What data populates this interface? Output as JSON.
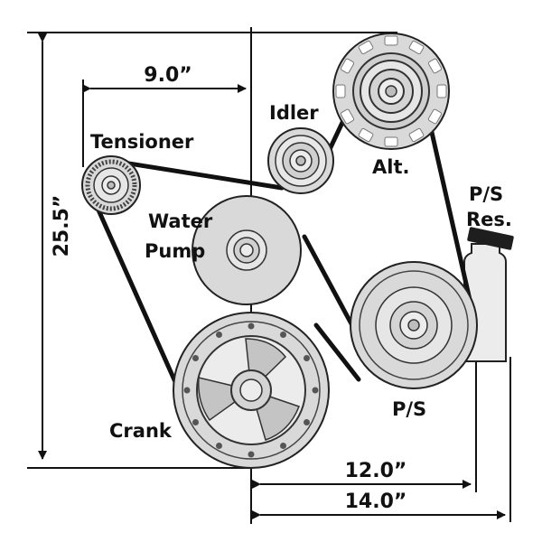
{
  "diagram": {
    "components": {
      "tensioner": "Tensioner",
      "idler": "Idler",
      "alternator": "Alt.",
      "water_pump_line1": "Water",
      "water_pump_line2": "Pump",
      "ps_reservoir_line1": "P/S",
      "ps_reservoir_line2": "Res.",
      "power_steering": "P/S",
      "crank": "Crank"
    },
    "dimensions": {
      "height": "25.5”",
      "tensioner_offset": "9.0”",
      "ps_offset": "12.0”",
      "overall_width": "14.0”"
    },
    "colors": {
      "line": "#111111",
      "pulley_fill": "#d9d9d9",
      "pulley_dark": "#bdbdbd"
    }
  }
}
